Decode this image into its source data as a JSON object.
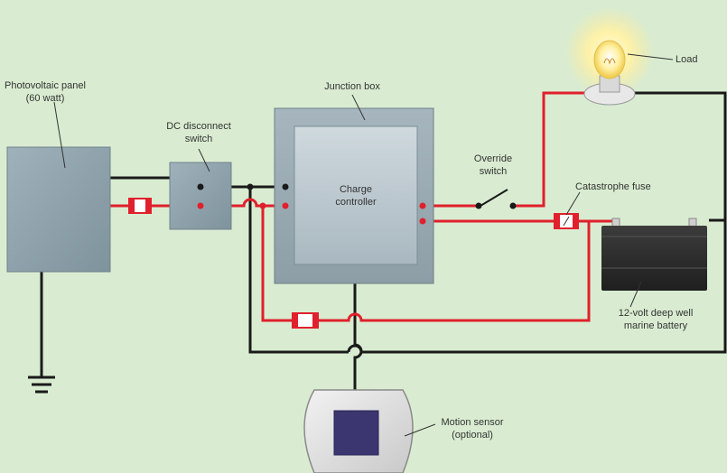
{
  "labels": {
    "pv_panel_line1": "Photovoltaic panel",
    "pv_panel_line2": "(60 watt)",
    "dc_switch_line1": "DC disconnect",
    "dc_switch_line2": "switch",
    "junction_box": "Junction box",
    "charge_controller_line1": "Charge",
    "charge_controller_line2": "controller",
    "override_line1": "Override",
    "override_line2": "switch",
    "load": "Load",
    "fuse": "Catastrophe fuse",
    "battery_line1": "12-volt deep well",
    "battery_line2": "marine battery",
    "motion_line1": "Motion sensor",
    "motion_line2": "(optional)"
  },
  "colors": {
    "background": "#d9ecd1",
    "wire_black": "#1a1a1a",
    "wire_red": "#e0202c",
    "panel": "#8fa3ad",
    "controller": "#bcc9d0",
    "battery": "#2a2a2a",
    "sensor_screen": "#3b3570"
  }
}
